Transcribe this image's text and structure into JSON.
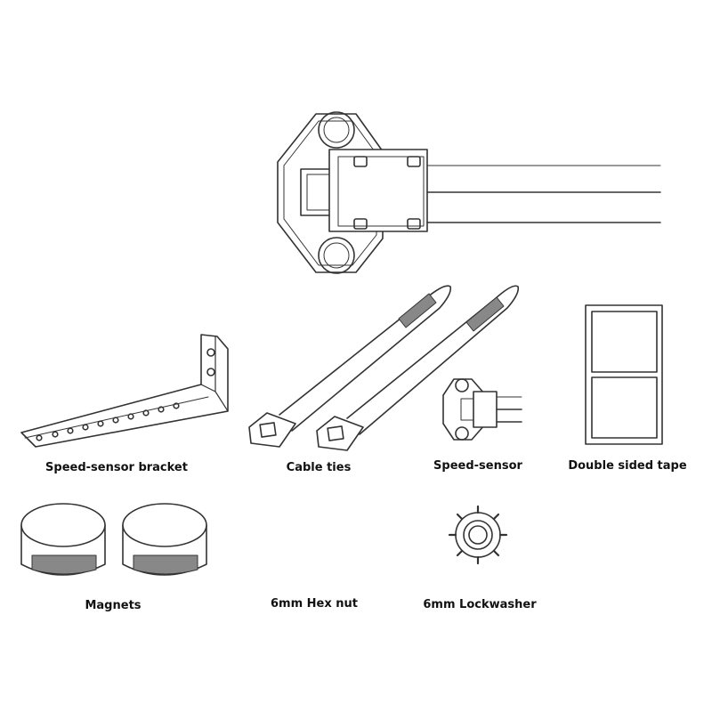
{
  "labels": {
    "bracket": "Speed-sensor bracket",
    "cable_ties": "Cable ties",
    "sensor": "Speed-sensor",
    "tape": "Double sided tape",
    "magnets": "Magnets",
    "hex_nut": "6mm Hex nut",
    "lockwasher": "6mm Lockwasher"
  },
  "colors": {
    "line": "#333333",
    "ground": "#ffffff",
    "shade": "#888888"
  }
}
